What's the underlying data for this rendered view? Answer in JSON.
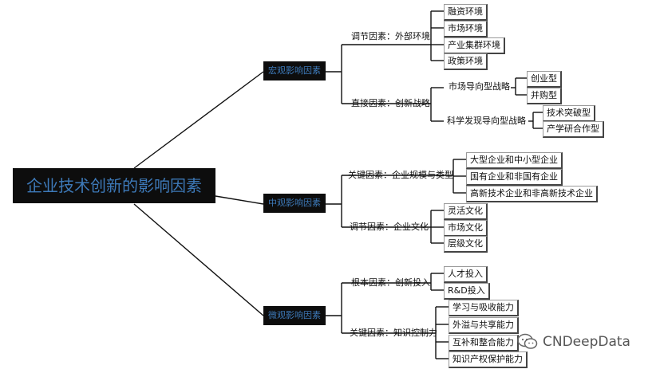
{
  "root": "企业技术创新的影响因素",
  "macro": {
    "label": "宏观影响因素",
    "factor1": "调节因素：外部环境",
    "env": [
      "融资环境",
      "市场环境",
      "产业集群环境",
      "政策环境"
    ],
    "factor2": "直接因素：创新战略",
    "strategy1": "市场导向型战略",
    "strategy1_sub": [
      "创业型",
      "并购型"
    ],
    "strategy2": "科学发现导向型战略",
    "strategy2_sub": [
      "技术突破型",
      "产学研合作型"
    ]
  },
  "meso": {
    "label": "中观影响因素",
    "factor1": "关键因素：企业规模与类型",
    "types": [
      "大型企业和中小型企业",
      "国有企业和非国有企业",
      "高新技术企业和非高新技术企业"
    ],
    "factor2": "调节因素：企业文化",
    "culture": [
      "灵活文化",
      "市场文化",
      "层级文化"
    ]
  },
  "micro": {
    "label": "微观影响因素",
    "factor1": "根本因素：创新投入",
    "inputs": [
      "人才投入",
      "R&D投入"
    ],
    "factor2": "关键因素：知识控制力",
    "abilities": [
      "学习与吸收能力",
      "外溢与共享能力",
      "互补和整合能力",
      "知识产权保护能力"
    ]
  },
  "watermark": "CNDeepData"
}
